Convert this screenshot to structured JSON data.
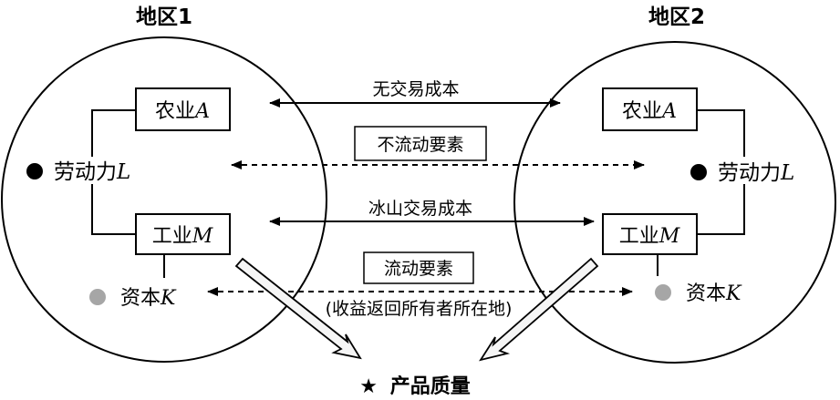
{
  "regions": [
    {
      "title": "地区1",
      "agri": "农业",
      "agri_var": "A",
      "labor": "劳动力",
      "labor_var": "L",
      "industry": "工业",
      "industry_var": "M",
      "capital": "资本",
      "capital_var": "K"
    },
    {
      "title": "地区2",
      "agri": "农业",
      "agri_var": "A",
      "labor": "劳动力",
      "labor_var": "L",
      "industry": "工业",
      "industry_var": "M",
      "capital": "资本",
      "capital_var": "K"
    }
  ],
  "links": {
    "agri_trade": "无交易成本",
    "labor_factor": "不流动要素",
    "industry_trade": "冰山交易成本",
    "capital_factor": "流动要素",
    "capital_note": "(收益返回所有者所在地)"
  },
  "output": {
    "star": "★",
    "label": "产品质量"
  },
  "colors": {
    "labor_dot": "#000000",
    "capital_dot": "#a6a6a6",
    "arrow_fill": "#f5f5f5"
  }
}
